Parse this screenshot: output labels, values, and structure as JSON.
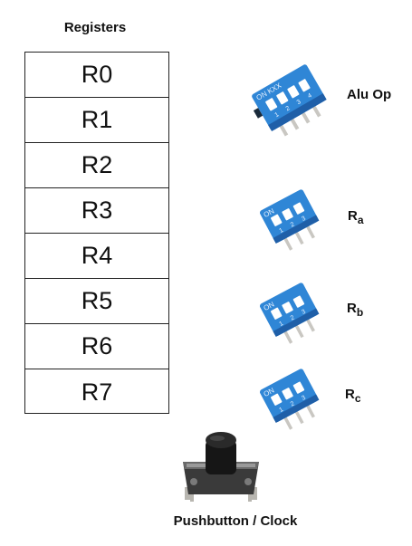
{
  "registers": {
    "title": "Registers",
    "items": [
      "R0",
      "R1",
      "R2",
      "R3",
      "R4",
      "R5",
      "R6",
      "R7"
    ]
  },
  "switches": {
    "alu_op": {
      "label": "Alu Op",
      "switch_text": "ON KXX",
      "positions": [
        "1",
        "2",
        "3",
        "4"
      ]
    },
    "ra": {
      "label_main": "R",
      "label_sub": "a",
      "switch_text": "ON",
      "positions": [
        "1",
        "2",
        "3"
      ]
    },
    "rb": {
      "label_main": "R",
      "label_sub": "b",
      "switch_text": "ON",
      "positions": [
        "1",
        "2",
        "3"
      ]
    },
    "rc": {
      "label_main": "R",
      "label_sub": "c",
      "switch_text": "ON",
      "positions": [
        "1",
        "2",
        "3"
      ]
    }
  },
  "pushbutton": {
    "label": "Pushbutton / Clock"
  },
  "colors": {
    "dip_blue": "#2f86d6",
    "dip_dark": "#1f5fa8",
    "pin": "#c9c7c2"
  }
}
